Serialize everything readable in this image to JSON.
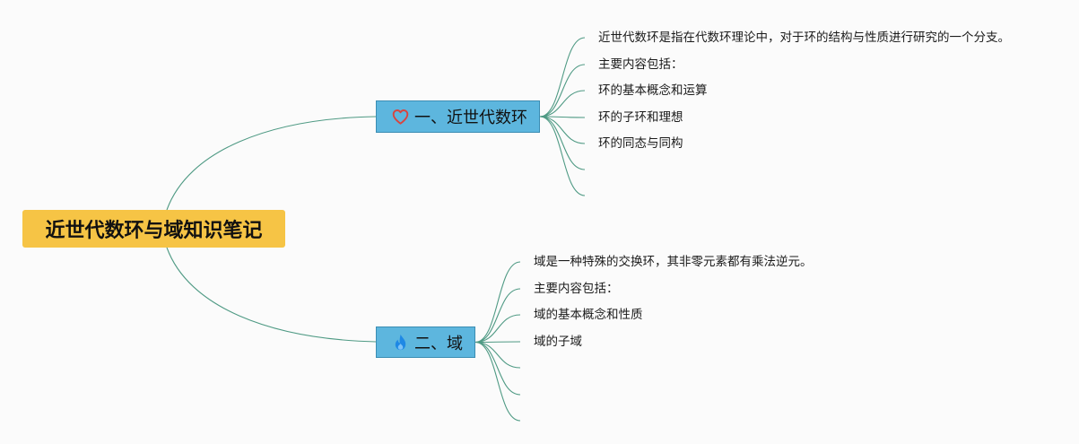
{
  "root": {
    "title": "近世代数环与域知识笔记"
  },
  "branches": [
    {
      "title": "一、近世代数环",
      "icon": "heart-icon",
      "children": [
        "近世代数环是指在代数环理论中，对于环的结构与性质进行研究的一个分支。",
        "主要内容包括：",
        "环的基本概念和运算",
        "环的子环和理想",
        "环的同态与同构",
        "",
        ""
      ]
    },
    {
      "title": "二、域",
      "icon": "fire-icon",
      "children": [
        "域是一种特殊的交换环，其非零元素都有乘法逆元。",
        "主要内容包括：",
        "域的基本概念和性质",
        "域的子域",
        "",
        "",
        ""
      ]
    }
  ],
  "colors": {
    "canvas_bg": "#fbfbfb",
    "root_fill": "#f6c445",
    "branch_fill": "#5db6de",
    "branch_border": "#3b8db3",
    "line": "#4f9a84",
    "heart": "#d9443f",
    "fire": "#1e88e5",
    "fire_inner": "#7cc2f7"
  }
}
